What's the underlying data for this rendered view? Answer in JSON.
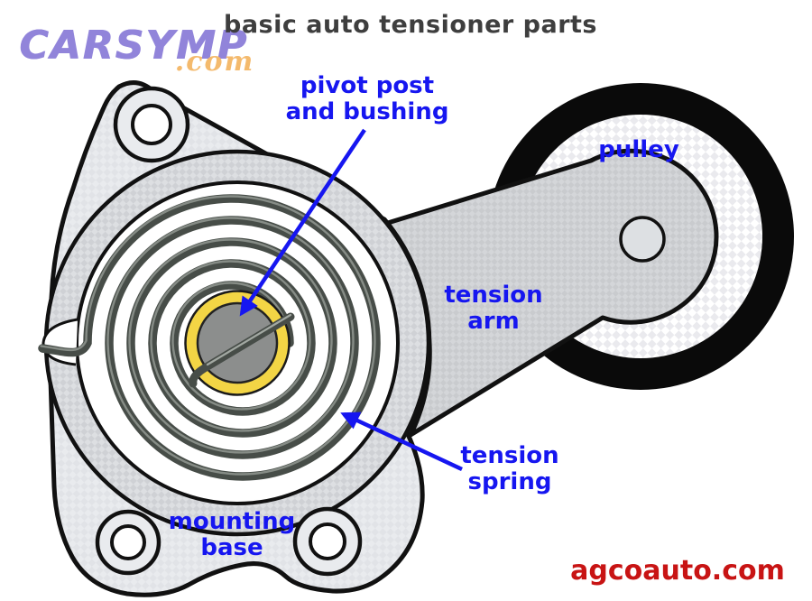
{
  "branding": {
    "logo": "CARSYMP",
    "logo_suffix": ".com",
    "footer_site": "agcoauto.com"
  },
  "title": "basic auto tensioner parts",
  "labels": {
    "pivot": "pivot post\nand bushing",
    "pulley": "pulley",
    "arm": "tension\narm",
    "spring": "tension\nspring",
    "base": "mounting\nbase"
  },
  "colors": {
    "label_blue": "#1616f0",
    "title_gray": "#3e3e3e",
    "footer_red": "#c81414",
    "logo_purple": "#9184da",
    "logo_orange": "#f4ba6d",
    "bushing_yellow": "#f3d545",
    "spring_gray": "#474d48",
    "arm_gray": "#c9cbce",
    "base_gray": "#e9ebee",
    "pulley_rim_black": "#0a0a0a"
  }
}
